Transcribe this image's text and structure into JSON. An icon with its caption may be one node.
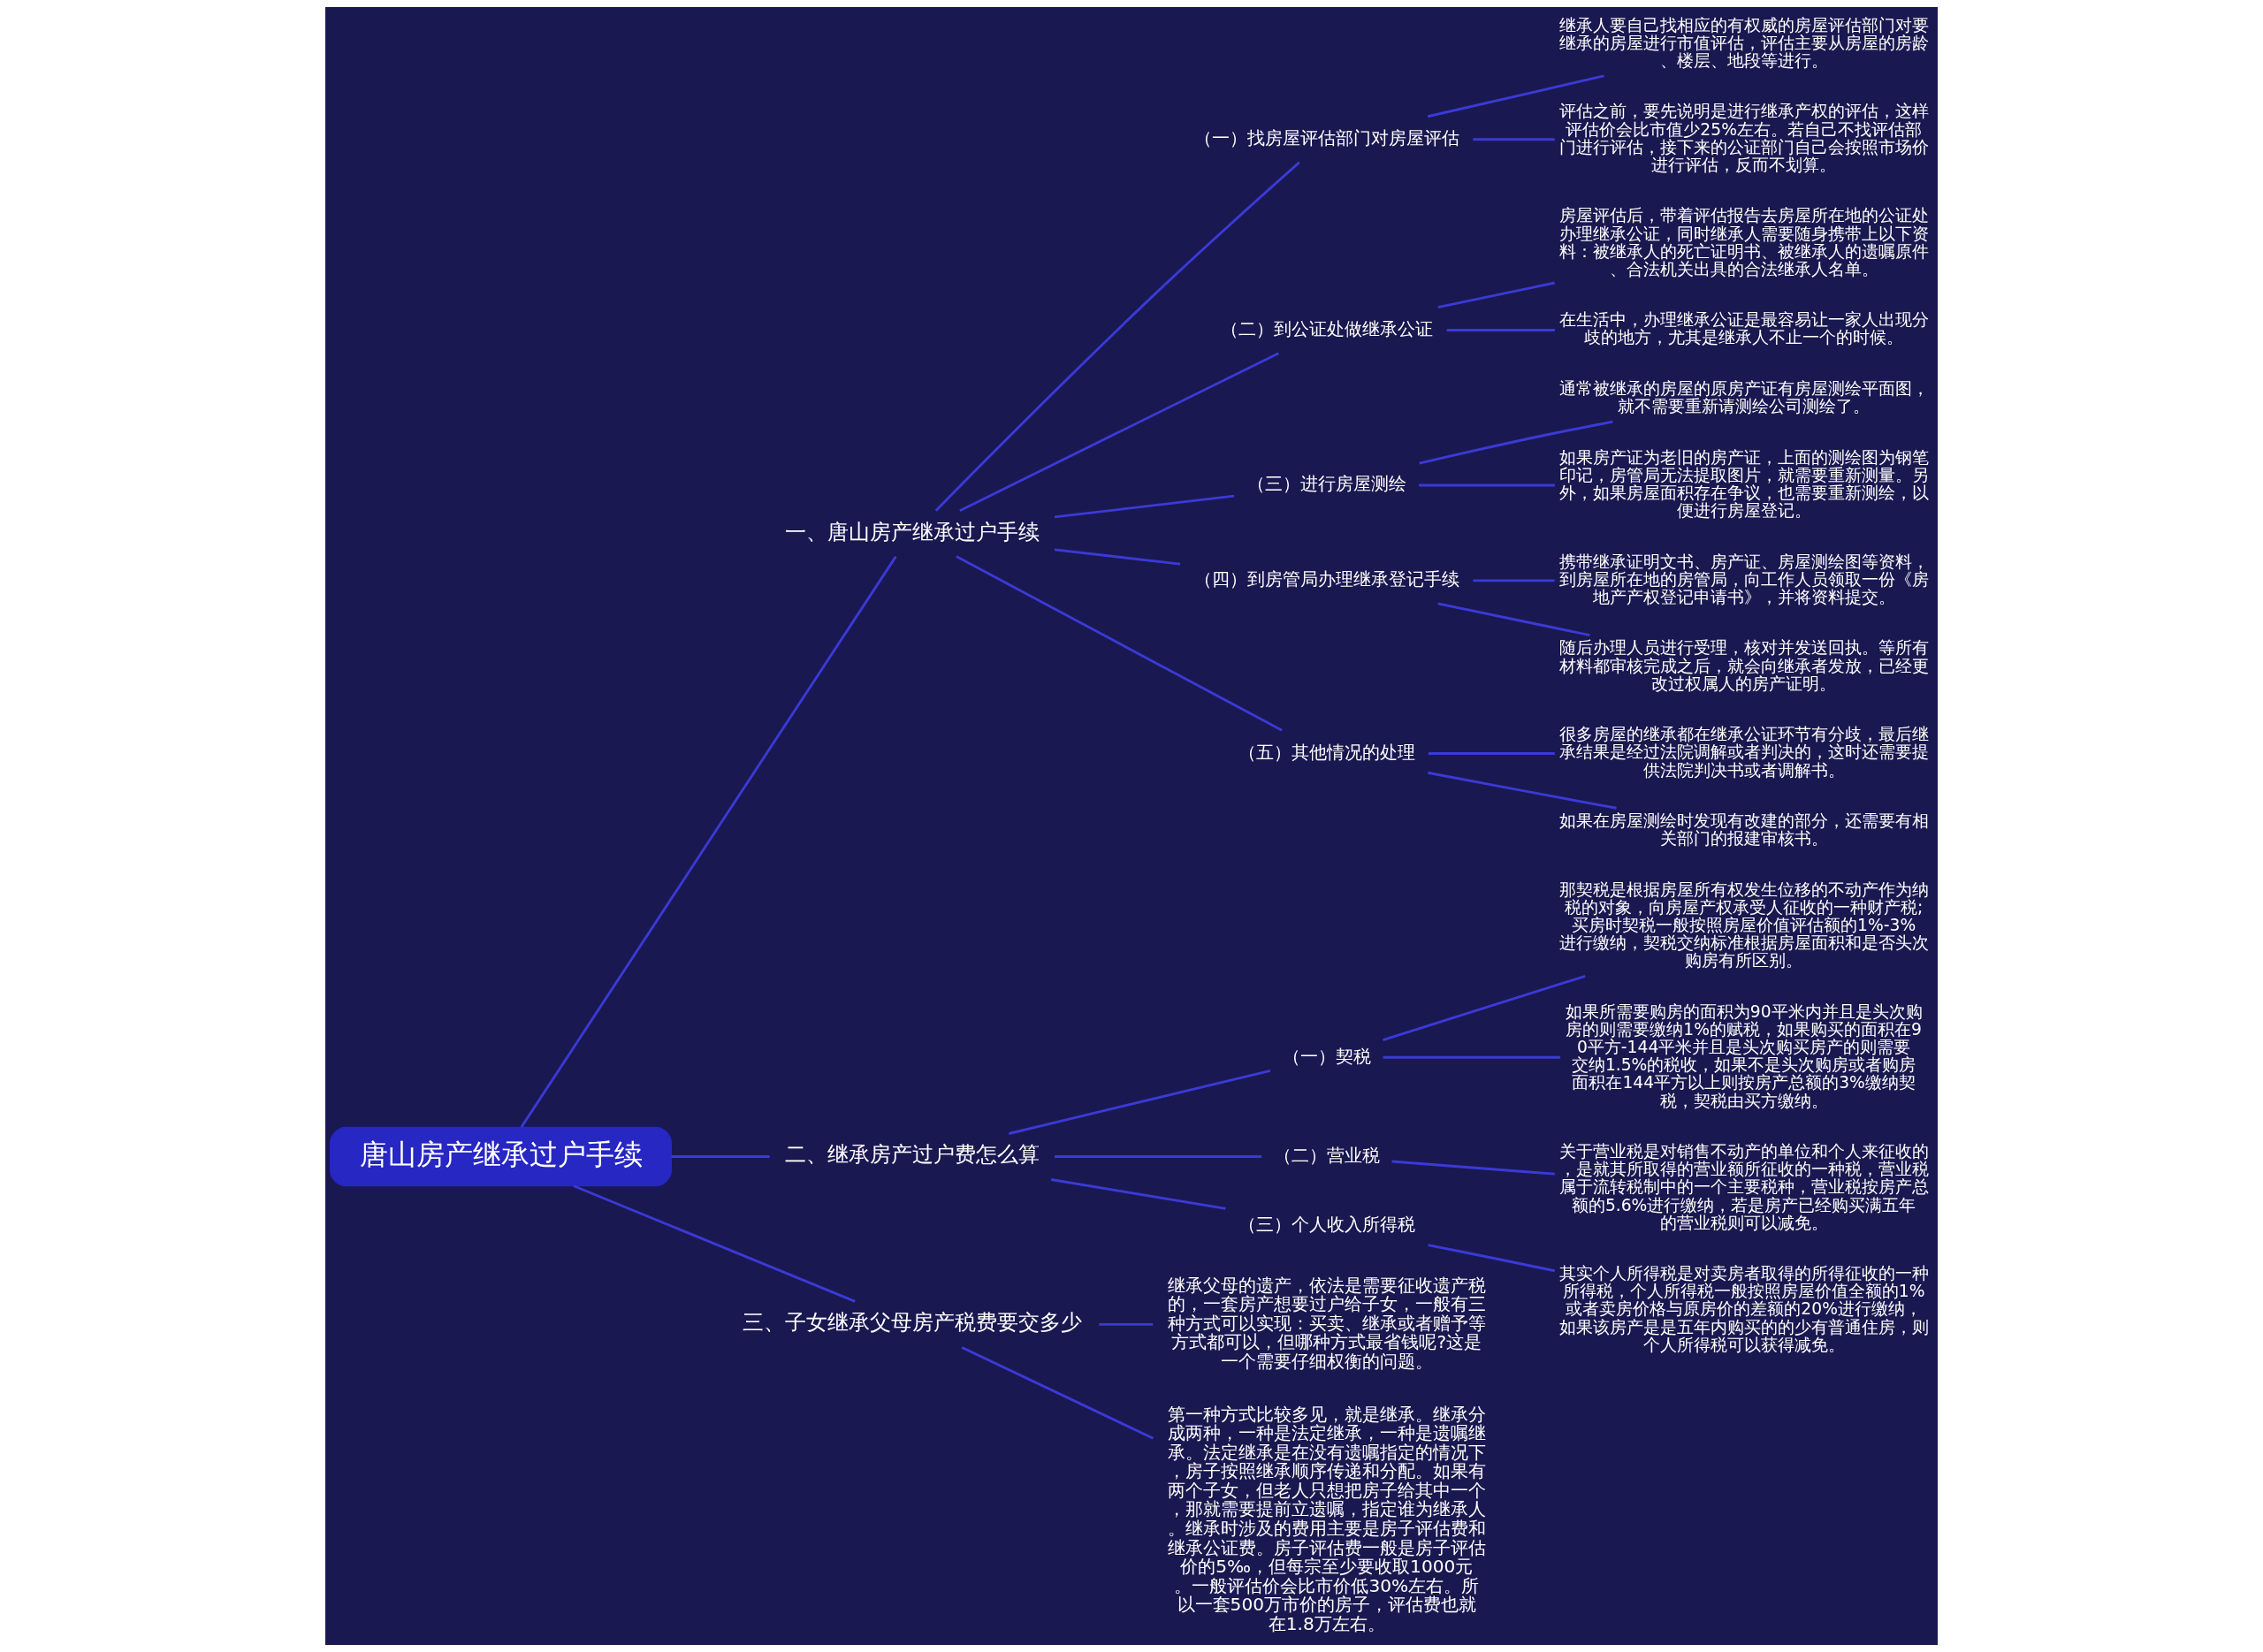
{
  "diagram": {
    "nodes": [
      {
        "text": [
          "唐山房产继承过户手续"
        ]
      },
      {
        "text": [
          "一、唐山房产继承过户手续"
        ]
      },
      {
        "text": [
          "（一）找房屋评估部门对房屋评估"
        ]
      },
      {
        "text": [
          "继承人要自己找相应的有权威的房屋评估部门对要继承的房屋进行市值评估，评估主要从房屋的房龄、楼层、地段等进行。"
        ]
      },
      {
        "text": [
          "评估之前，要先说明是进行继承产权的评估，这样评估价会比市值少25%左右。若自己不找评估部门进行评估，接下来的公证部门自己会按照市场价进行评估，反而不划算。"
        ]
      },
      {
        "text": [
          "（二）到公证处做继承公证"
        ]
      },
      {
        "text": [
          "房屋评估后，带着评估报告去房屋所在地的公证处办理继承公证，同时继承人需要随身携带上以下资料：被继承人的死亡证明书、被继承人的遗嘱原件、合法机关出具的合法继承人名单。"
        ]
      },
      {
        "text": [
          "在生活中，办理继承公证是最容易让一家人出现分歧的地方，尤其是继承人不止一个的时候。"
        ]
      },
      {
        "text": [
          "（三）进行房屋测绘"
        ]
      },
      {
        "text": [
          "通常被继承的房屋的原房产证有房屋测绘平面图，就不需要重新请测绘公司测绘了。"
        ]
      },
      {
        "text": [
          "如果房产证为老旧的房产证，上面的测绘图为钢笔印记，房管局无法提取图片，就需要重新测量。另外，如果房屋面积存在争议，也需要重新测绘，以便进行房屋登记。"
        ]
      },
      {
        "text": [
          "（四）到房管局办理继承登记手续"
        ]
      },
      {
        "text": [
          "携带继承证明文书、房产证、房屋测绘图等资料，到房屋所在地的房管局，向工作人员领取一份《房地产产权登记申请书》，并将资料提交。"
        ]
      },
      {
        "text": [
          "随后办理人员进行受理，核对并发送回执。等所有材料都审核完成之后，就会向继承者发放，已经更改过权属人的房产证明。"
        ]
      },
      {
        "text": [
          "（五）其他情况的处理"
        ]
      },
      {
        "text": [
          "很多房屋的继承都在继承公证环节有分歧，最后继承结果是经过法院调解或者判决的，这时还需要提供法院判决书或者调解书。"
        ]
      },
      {
        "text": [
          "如果在房屋测绘时发现有改建的部分，还需要有相关部门的报建审核书。"
        ]
      },
      {
        "text": [
          "二、继承房产过户费怎么算"
        ]
      },
      {
        "text": [
          "（一）契税"
        ]
      },
      {
        "text": [
          "那契税是根据房屋所有权发生位移的不动产作为纳税的对象，向房屋产权承受人征收的一种财产税;买房时契税一般按照房屋价值评估额的1%-3%进行缴纳，契税交纳标准根据房屋面积和是否头次购房有所区别。"
        ]
      },
      {
        "text": [
          "如果所需要购房的面积为90平米内并且是头次购房的则需要缴纳1%的赋税，如果购买的面积在90平方-144平米并且是头次购买房产的则需要交纳1.5%的税收，如果不是头次购房或者购房面积在144平方以上则按房产总额的3%缴纳契税，契税由买方缴纳。"
        ]
      },
      {
        "text": [
          "（二）营业税"
        ]
      },
      {
        "text": [
          "关于营业税是对销售不动产的单位和个人来征收的，是就其所取得的营业额所征收的一种税，营业税属于流转税制中的一个主要税种，营业税按房产总额的5.6%进行缴纳，若是房产已经购买满五年的营业税则可以减免。"
        ]
      },
      {
        "text": [
          "（三）个人收入所得税"
        ]
      },
      {
        "text": [
          "其实个人所得税是对卖房者取得的所得征收的一种所得税，个人所得税一般按照房屋价值全额的1%或者卖房价格与原房价的差额的20%进行缴纳，如果该房产是是五年内购买的的少有普通住房，则个人所得税可以获得减免。"
        ]
      },
      {
        "text": [
          "三、子女继承父母房产税费要交多少"
        ]
      },
      {
        "text": [
          "继承父母的遗产，依法是需要征收遗产税的，一套房产想要过户给子女，一般有三种方式可以实现：买卖、继承或者赠予等方式都可以，但哪种方式最省钱呢?这是一个需要仔细权衡的问题。"
        ]
      },
      {
        "text": [
          "第一种方式比较多见，就是继承。继承分成两种，一种是法定继承，一种是遗嘱继承。法定继承是在没有遗嘱指定的情况下，房子按照继承顺序传递和分配。如果有两个子女，但老人只想把房子给其中一个，那就需要提前立遗嘱，指定谁为继承人。继承时涉及的费用主要是房子评估费和继承公证费。房子评估费一般是房子评估价的5‰，但每宗至少要收取1000元。一般评估价会比市价低30%左右。所以一套500万市价的房子，评估费也就在1.8万左右。"
        ]
      }
    ],
    "edges": [
      {
        "from": 0,
        "to": 1,
        "arrow": "none"
      },
      {
        "from": 1,
        "to": 2,
        "arrow": "none"
      },
      {
        "from": 2,
        "to": 3,
        "arrow": "none"
      },
      {
        "from": 2,
        "to": 4,
        "arrow": "none"
      },
      {
        "from": 1,
        "to": 5,
        "arrow": "none"
      },
      {
        "from": 5,
        "to": 6,
        "arrow": "none"
      },
      {
        "from": 5,
        "to": 7,
        "arrow": "none"
      },
      {
        "from": 1,
        "to": 8,
        "arrow": "none"
      },
      {
        "from": 8,
        "to": 9,
        "arrow": "none"
      },
      {
        "from": 8,
        "to": 10,
        "arrow": "none"
      },
      {
        "from": 1,
        "to": 11,
        "arrow": "none"
      },
      {
        "from": 11,
        "to": 12,
        "arrow": "none"
      },
      {
        "from": 11,
        "to": 13,
        "arrow": "none"
      },
      {
        "from": 1,
        "to": 14,
        "arrow": "none"
      },
      {
        "from": 14,
        "to": 15,
        "arrow": "none"
      },
      {
        "from": 14,
        "to": 16,
        "arrow": "none"
      },
      {
        "from": 0,
        "to": 17,
        "arrow": "none"
      },
      {
        "from": 17,
        "to": 18,
        "arrow": "none"
      },
      {
        "from": 18,
        "to": 19,
        "arrow": "none"
      },
      {
        "from": 18,
        "to": 20,
        "arrow": "none"
      },
      {
        "from": 17,
        "to": 21,
        "arrow": "none"
      },
      {
        "from": 21,
        "to": 22,
        "arrow": "none"
      },
      {
        "from": 17,
        "to": 23,
        "arrow": "none"
      },
      {
        "from": 23,
        "to": 24,
        "arrow": "none"
      },
      {
        "from": 0,
        "to": 25,
        "arrow": "none"
      },
      {
        "from": 25,
        "to": 26,
        "arrow": "none"
      },
      {
        "from": 25,
        "to": 27,
        "arrow": "none"
      }
    ]
  }
}
